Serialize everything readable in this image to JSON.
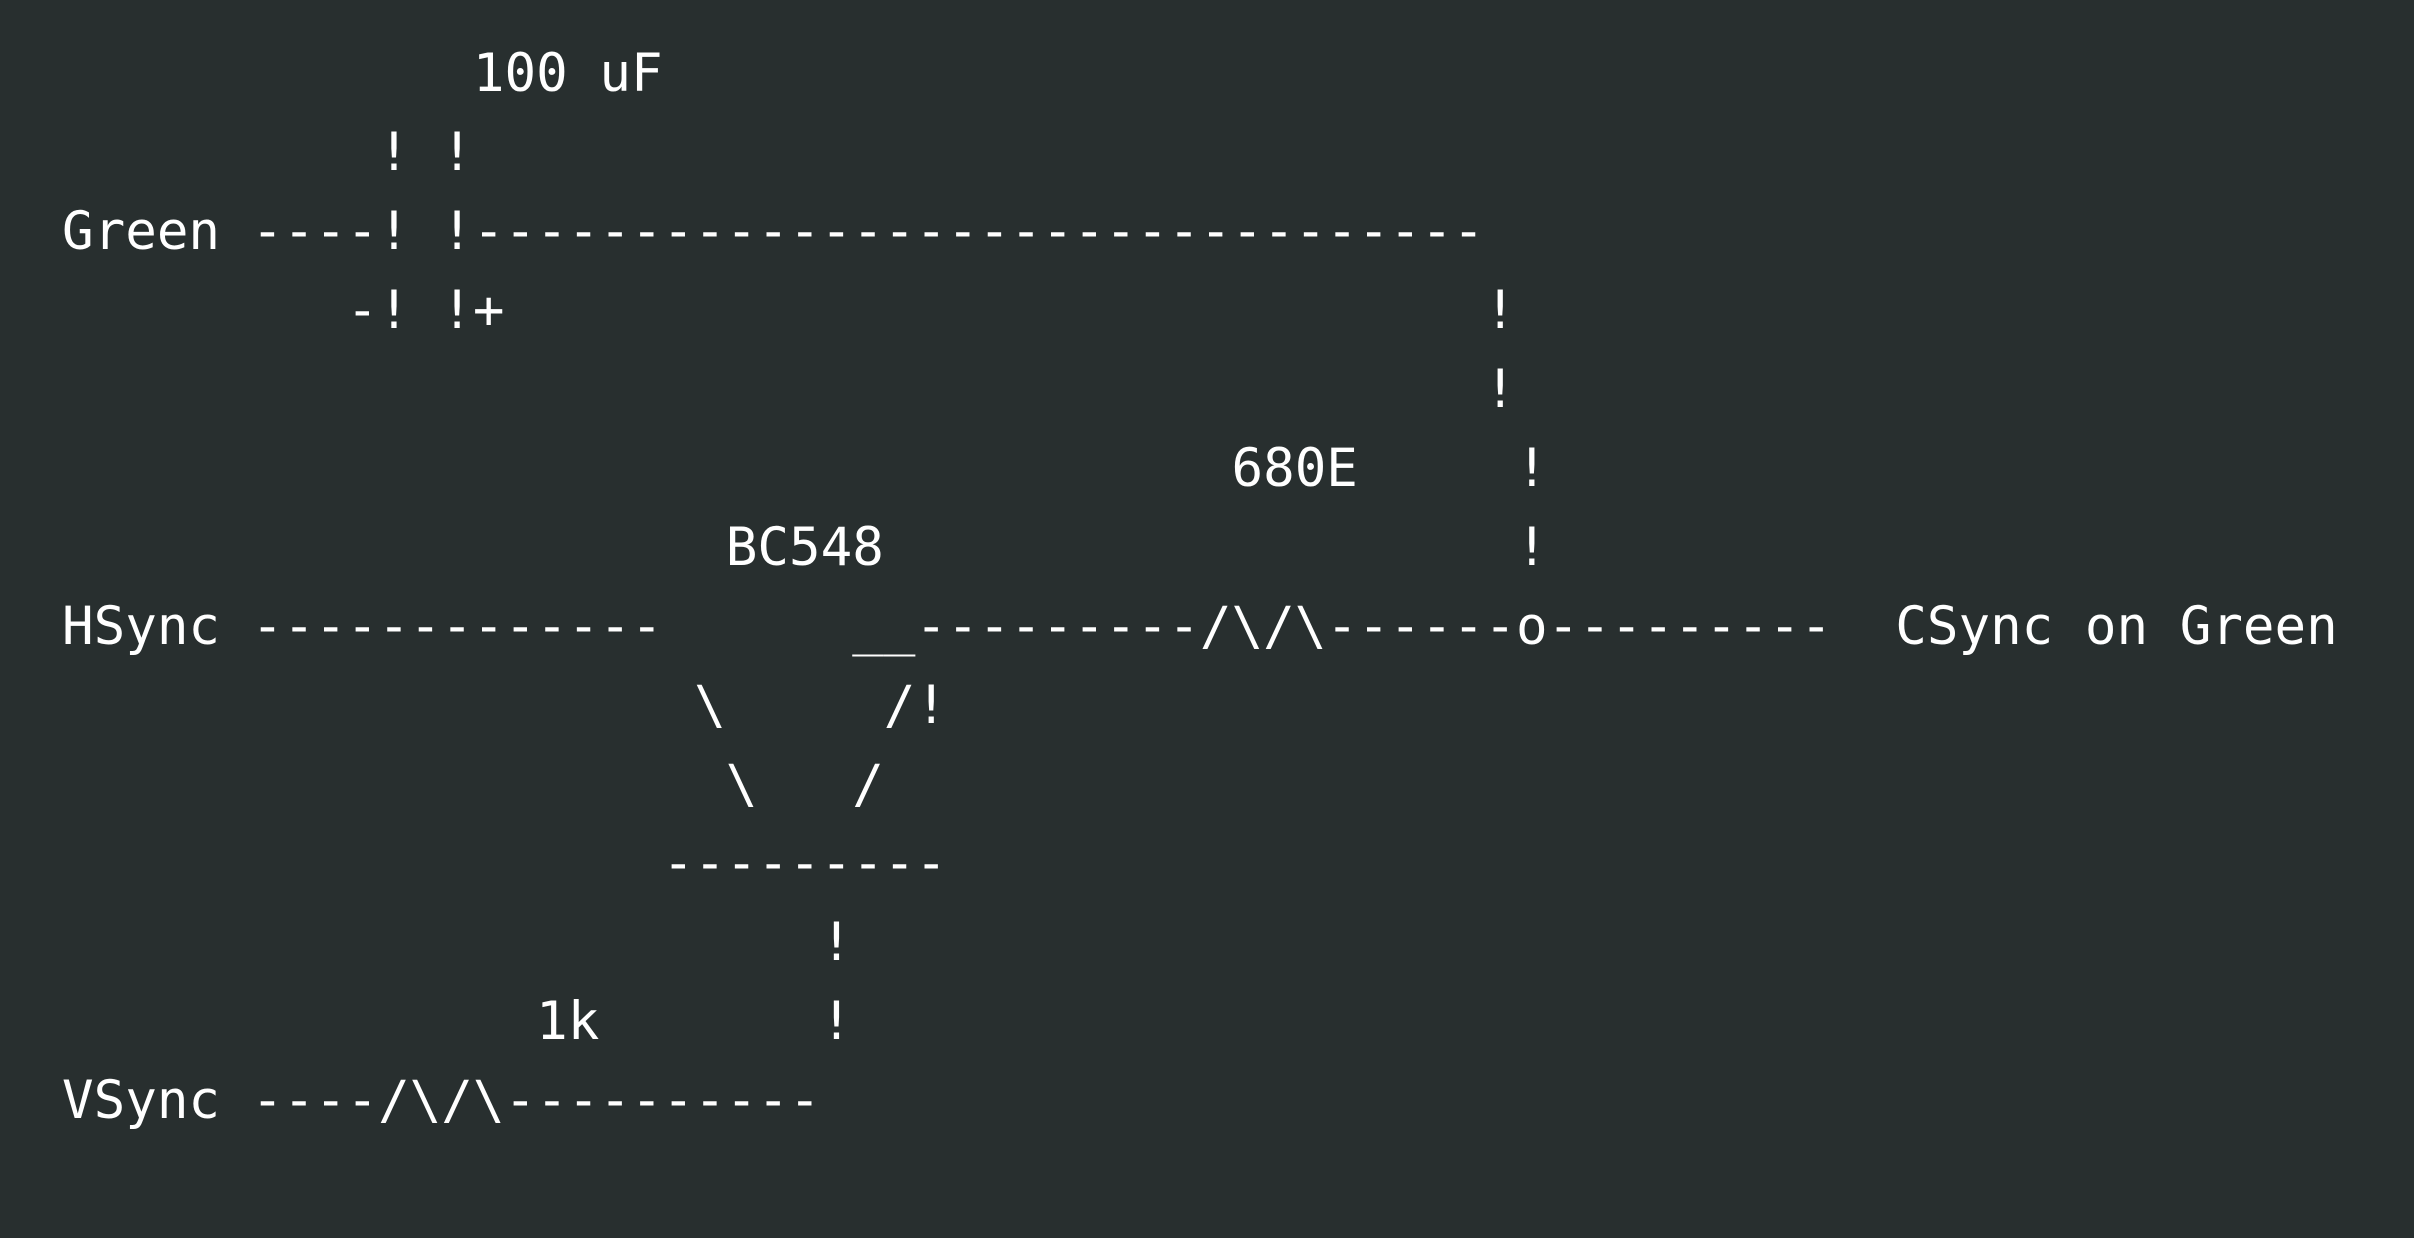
{
  "diagram": {
    "lines": [
      "             100 uF",
      "          ! !",
      "Green ----! !--------------------------------",
      "         -! !+                               !",
      "                                             !",
      "                                     680E     !",
      "                     BC548                    !",
      "HSync -------------      __---------/\\/\\------o---------  CSync on Green",
      "                    \\     /!",
      "                     \\   /",
      "                   ---------",
      "                        !",
      "               1k       !",
      "VSync ----/\\/\\----------"
    ]
  }
}
